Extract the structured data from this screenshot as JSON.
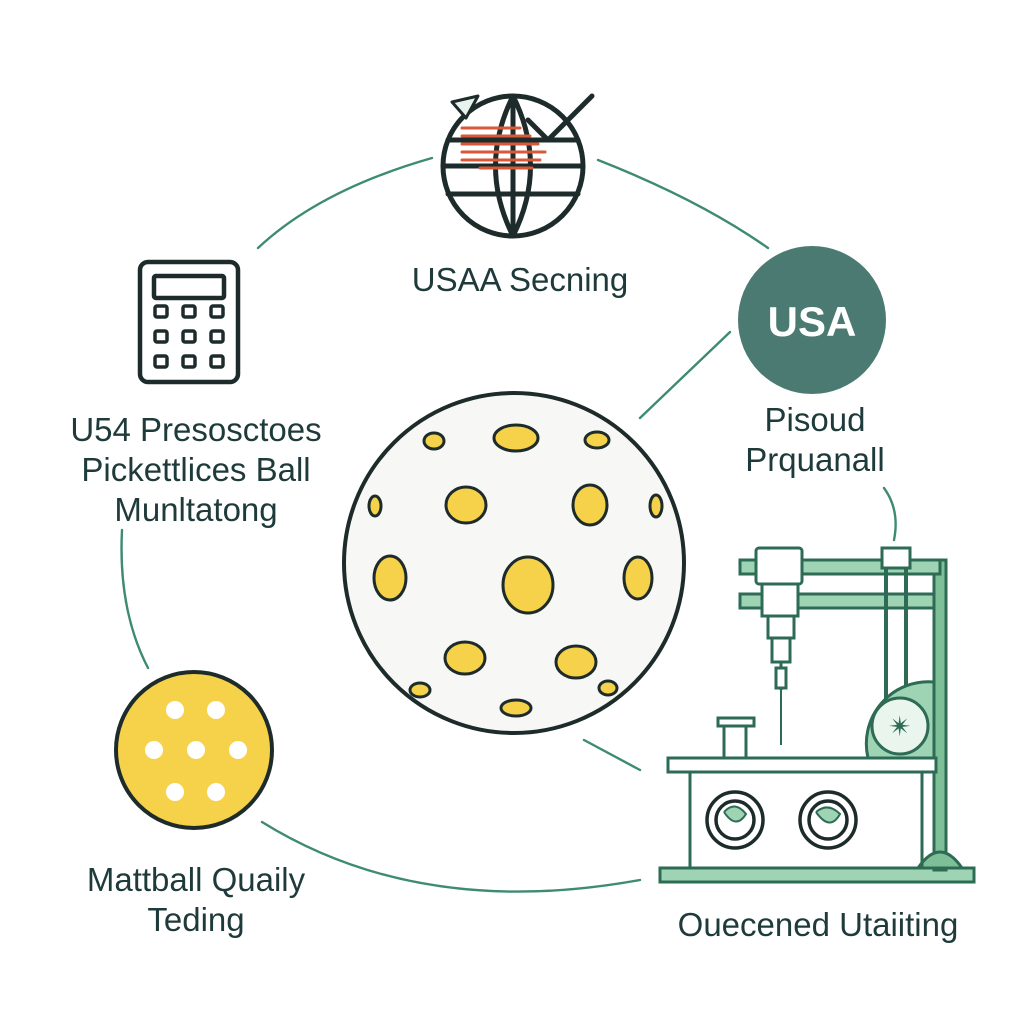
{
  "nodes": {
    "top": {
      "icon": "globe-check-icon",
      "lines": [
        "USAA Secning"
      ]
    },
    "right_badge": {
      "icon": "usa-badge-icon",
      "badge_text": "USA",
      "lines": [
        "Pisoud",
        "Prquanall"
      ]
    },
    "left_top": {
      "icon": "calculator-icon",
      "lines": [
        "U54 Presosctoes",
        "Pickettlices Ball",
        "Munltatong"
      ]
    },
    "left_bottom": {
      "icon": "pickleball-icon",
      "lines": [
        "Mattball Quaily",
        "Teding"
      ]
    },
    "bottom_right": {
      "icon": "manufacturing-machine-icon",
      "lines": [
        "Ouecened Utaiiting"
      ]
    },
    "center": {
      "icon": "pickleball-ball-icon"
    }
  },
  "colors": {
    "ring": "#3e8b73",
    "text": "#1f3a3a",
    "badge": "#4a7a72",
    "yellow": "#f5d24a",
    "machine_green": "#7fbf98",
    "machine_stroke": "#2d6b55",
    "ink": "#1e2b2b",
    "accent_red": "#d9583a"
  }
}
